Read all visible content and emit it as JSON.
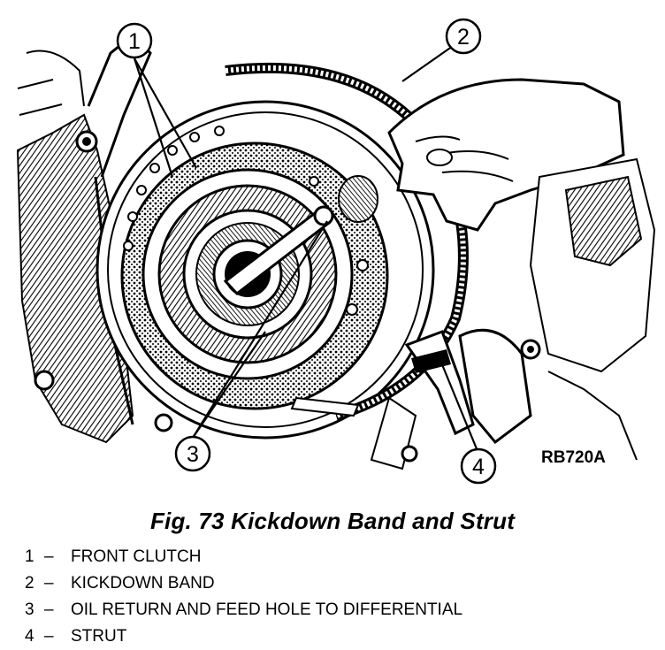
{
  "figure": {
    "reference_code": "RB720A",
    "callouts": [
      "1",
      "2",
      "3",
      "4"
    ]
  },
  "caption": "Fig. 73 Kickdown Band and Strut",
  "legend": [
    {
      "num": "1",
      "dash": "–",
      "label": "FRONT CLUTCH"
    },
    {
      "num": "2",
      "dash": "–",
      "label": "KICKDOWN BAND"
    },
    {
      "num": "3",
      "dash": "–",
      "label": "OIL RETURN AND FEED HOLE TO DIFFERENTIAL"
    },
    {
      "num": "4",
      "dash": "–",
      "label": "STRUT"
    }
  ]
}
